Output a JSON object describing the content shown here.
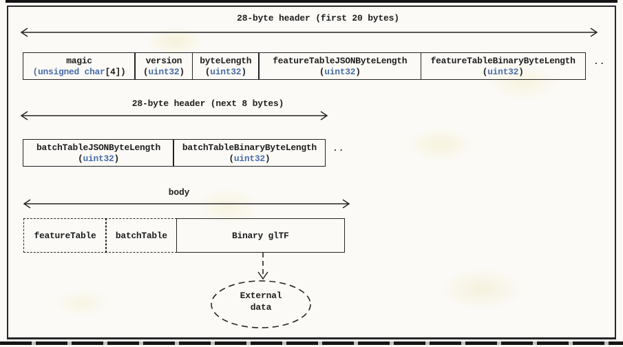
{
  "palette": {
    "ink": "#1d1d1d",
    "type_blue": "#4a6cab",
    "background": "#fbfaf6"
  },
  "sections": {
    "header1": {
      "title": "28-byte header (first 20 bytes)",
      "more": "..",
      "cells": [
        {
          "label": "magic",
          "type_open": "",
          "type_main": "(unsigned char",
          "type_close": "[4])"
        },
        {
          "label": "version",
          "type_open": "(",
          "type_main": "uint32",
          "type_close": ")"
        },
        {
          "label": "byteLength",
          "type_open": "(",
          "type_main": "uint32",
          "type_close": ")"
        },
        {
          "label": "featureTableJSONByteLength",
          "type_open": "(",
          "type_main": "uint32",
          "type_close": ")"
        },
        {
          "label": "featureTableBinaryByteLength",
          "type_open": "(",
          "type_main": "uint32",
          "type_close": ")"
        }
      ]
    },
    "header2": {
      "title": "28-byte header (next 8 bytes)",
      "more": "..",
      "cells": [
        {
          "label": "batchTableJSONByteLength",
          "type_open": "(",
          "type_main": "uint32",
          "type_close": ")"
        },
        {
          "label": "batchTableBinaryByteLength",
          "type_open": "(",
          "type_main": "uint32",
          "type_close": ")"
        }
      ]
    },
    "body": {
      "title": "body",
      "cells": [
        {
          "label": "featureTable",
          "border": "dashed"
        },
        {
          "label": "batchTable",
          "border": "dashed"
        },
        {
          "label": "Binary glTF",
          "border": "solid"
        }
      ],
      "external": {
        "line1": "External",
        "line2": "data"
      }
    }
  }
}
